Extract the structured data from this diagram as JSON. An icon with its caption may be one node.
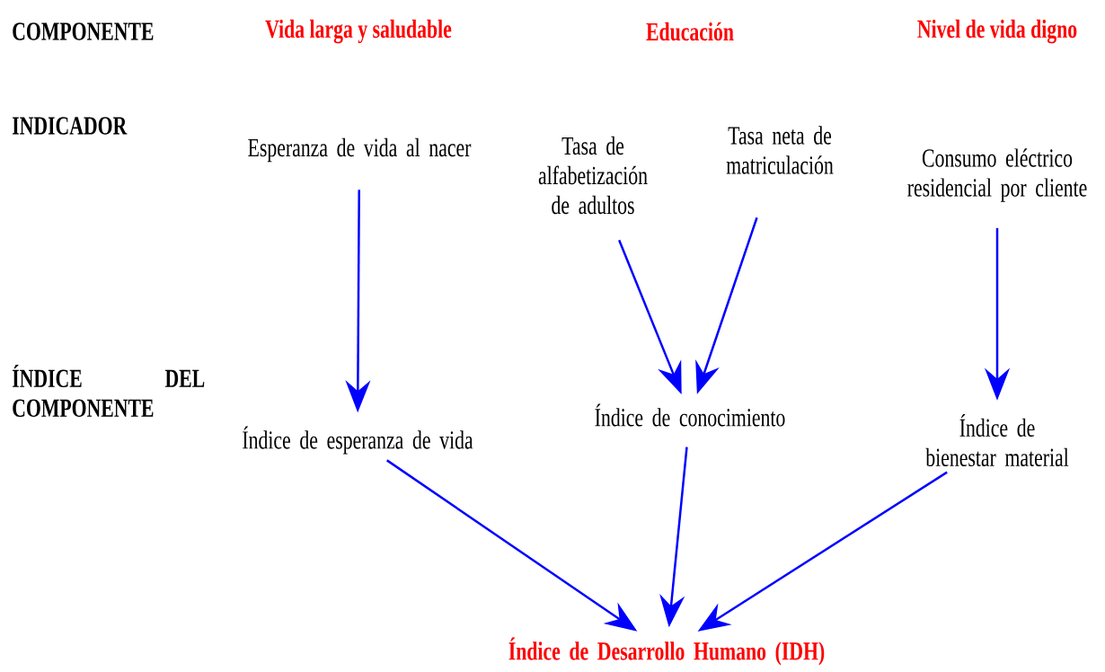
{
  "diagram": {
    "nodes": [
      {
        "text": [
          "Esperanza de vida al nacer"
        ]
      },
      {
        "text": [
          "Tasa de alfabetización de adultos"
        ]
      },
      {
        "text": [
          "Tasa neta de matriculación"
        ]
      },
      {
        "text": [
          "Consumo eléctrico residencial por cliente"
        ]
      },
      {
        "text": [
          "Índice de esperanza de vida"
        ]
      },
      {
        "text": [
          "Índice de conocimiento"
        ]
      },
      {
        "text": [
          "Índice de bienestar material"
        ]
      },
      {
        "text": [
          "Índice de Desarrollo Humano (IDH)"
        ]
      }
    ],
    "edges": [
      {
        "from": 0,
        "to": 4,
        "arrow": "to"
      },
      {
        "from": 1,
        "to": 5,
        "arrow": "to"
      },
      {
        "from": 2,
        "to": 5,
        "arrow": "to"
      },
      {
        "from": 3,
        "to": 6,
        "arrow": "to"
      },
      {
        "from": 4,
        "to": 7,
        "arrow": "to"
      },
      {
        "from": 5,
        "to": 7,
        "arrow": "to"
      },
      {
        "from": 6,
        "to": 7,
        "arrow": "to"
      }
    ],
    "labels": [
      "COMPONENTE",
      "Vida larga y saludable",
      "Educación",
      "Nivel de vida digno",
      "INDICADOR",
      "ÍNDICE DEL COMPONENTE"
    ]
  }
}
